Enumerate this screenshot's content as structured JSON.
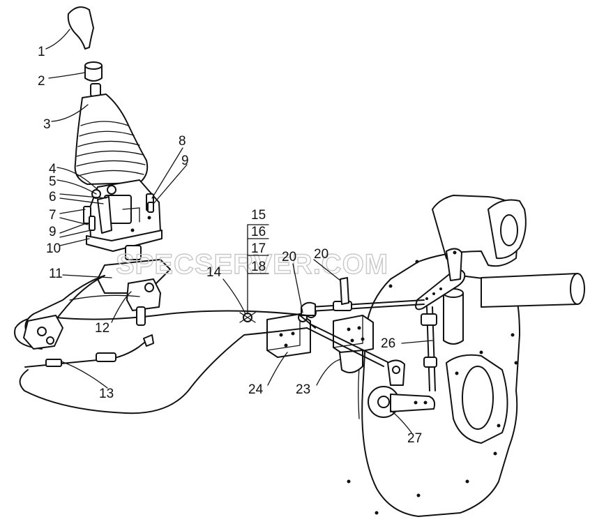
{
  "watermark": "SPECSERVER.COM",
  "labels": {
    "l1": "1",
    "l2": "2",
    "l3": "3",
    "l4": "4",
    "l5": "5",
    "l6": "6",
    "l7": "7",
    "l8": "8",
    "l9a": "9",
    "l9b": "9",
    "l10": "10",
    "l11": "11",
    "l12": "12",
    "l13": "13",
    "l14": "14",
    "l15": "15",
    "l16": "16",
    "l17": "17",
    "l18": "18",
    "l20a": "20",
    "l20b": "20",
    "l23": "23",
    "l24": "24",
    "l26": "26",
    "l27": "27"
  }
}
